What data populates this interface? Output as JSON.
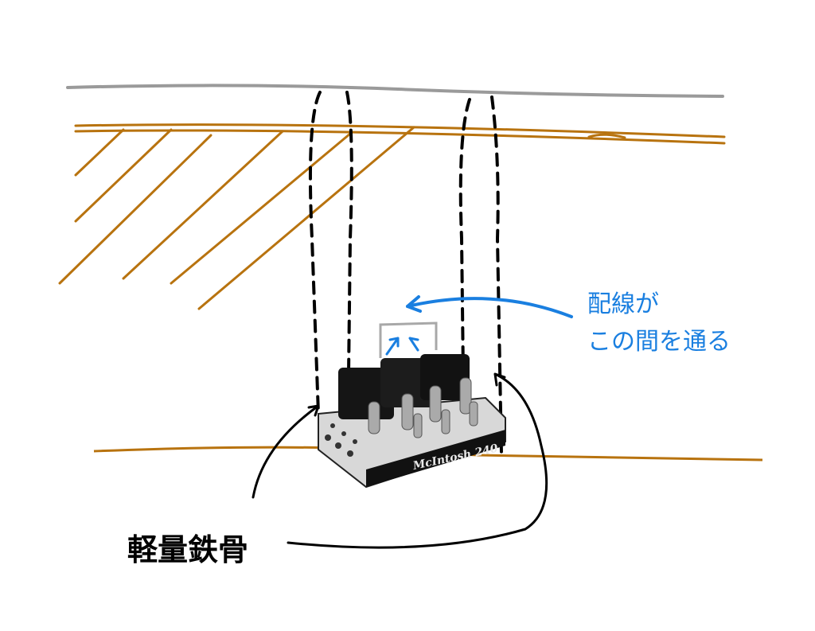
{
  "annotations": {
    "wiring_line1": "配線が",
    "wiring_line2": "この間を通る",
    "frame_label": "軽量鉄骨"
  },
  "amplifier": {
    "logo": "McIntosh 240"
  },
  "colors": {
    "beam": "#b8730f",
    "ceiling": "#9a9a9a",
    "annotation": "#1a7fe0",
    "ink": "#000000"
  }
}
